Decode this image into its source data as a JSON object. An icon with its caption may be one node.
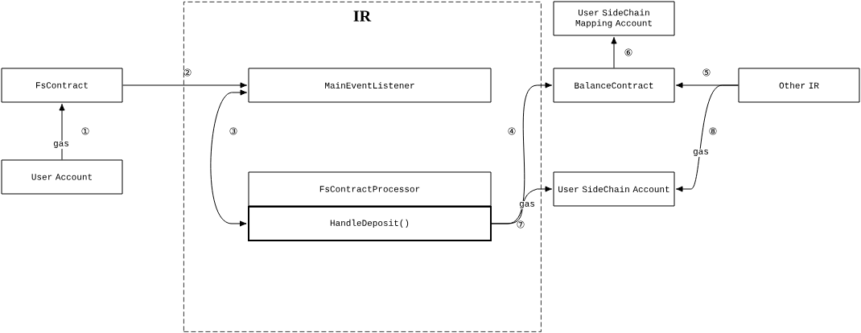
{
  "diagram": {
    "nodes": [
      {
        "text": [
          "IR"
        ]
      },
      {
        "text": [
          "FsContract"
        ]
      },
      {
        "text": [
          "User Account"
        ]
      },
      {
        "text": [
          "MainEventListener"
        ],
        "in": 0
      },
      {
        "text": [
          "FsContractProcessor"
        ],
        "in": 0
      },
      {
        "text": [
          "HandleDeposit()"
        ],
        "in": 0
      },
      {
        "text": [
          "User SideChain Mapping Account"
        ]
      },
      {
        "text": [
          "BalanceContract"
        ]
      },
      {
        "text": [
          "Other IR"
        ]
      },
      {
        "text": [
          "User SideChain Account"
        ]
      }
    ],
    "edges": [
      {
        "from": 2,
        "to": 1,
        "arrow": "to",
        "label": "gas"
      },
      {
        "from": 1,
        "to": 3,
        "arrow": "to"
      },
      {
        "from": 3,
        "to": 5,
        "arrow": "both"
      },
      {
        "from": 5,
        "to": 7,
        "arrow": "to"
      },
      {
        "from": 5,
        "to": 9,
        "arrow": "to",
        "label": "gas"
      },
      {
        "from": 8,
        "to": 7,
        "arrow": "to"
      },
      {
        "from": 7,
        "to": 6,
        "arrow": "to"
      },
      {
        "from": 8,
        "to": 9,
        "arrow": "to",
        "label": "gas"
      }
    ],
    "labels": [
      "①",
      "②",
      "③",
      "④",
      "⑤",
      "⑥",
      "⑦",
      "⑧"
    ]
  }
}
